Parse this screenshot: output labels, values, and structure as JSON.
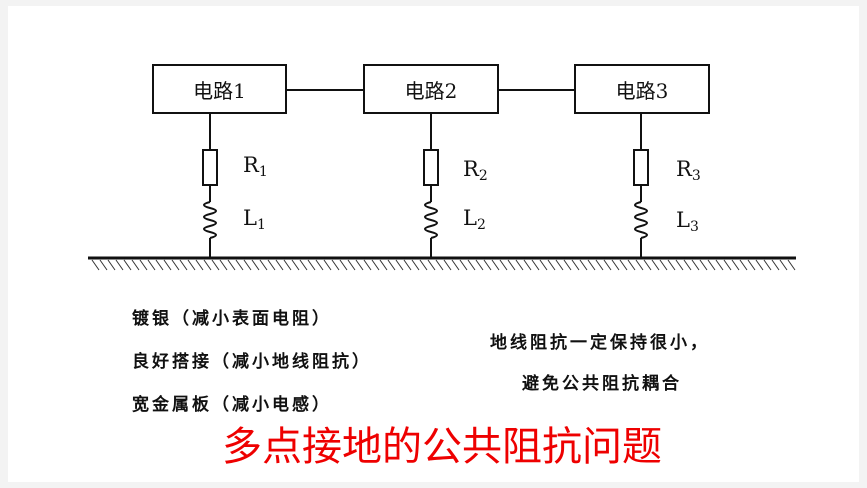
{
  "circuits": [
    {
      "label": "电路1"
    },
    {
      "label": "电路2"
    },
    {
      "label": "电路3"
    }
  ],
  "components": [
    {
      "r_main": "R",
      "r_sub": "1",
      "l_main": "L",
      "l_sub": "1"
    },
    {
      "r_main": "R",
      "r_sub": "2",
      "l_main": "L",
      "l_sub": "2"
    },
    {
      "r_main": "R",
      "r_sub": "3",
      "l_main": "L",
      "l_sub": "3"
    }
  ],
  "notes_left": [
    "镀银（减小表面电阻）",
    "良好搭接（减小地线阻抗）",
    "宽金属板（减小电感）"
  ],
  "notes_right": [
    "地线阻抗一定保持很小，",
    "避免公共阻抗耦合"
  ],
  "title": "多点接地的公共阻抗问题",
  "colors": {
    "line": "#111111",
    "title": "#ee0000"
  }
}
